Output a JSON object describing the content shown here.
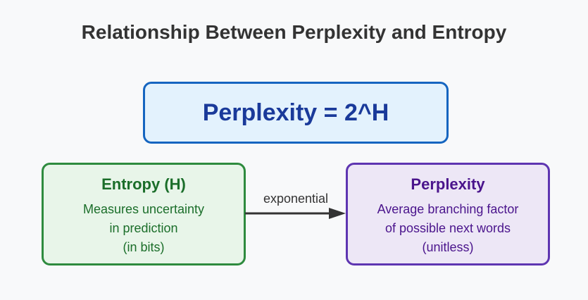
{
  "title": "Relationship Between Perplexity and Entropy",
  "formula": "Perplexity = 2^H",
  "entropy": {
    "title": "Entropy (H)",
    "lines": [
      "Measures uncertainty",
      "in prediction",
      "(in bits)"
    ]
  },
  "perplexity": {
    "title": "Perplexity",
    "lines": [
      "Average branching factor",
      "of possible next words",
      "(unitless)"
    ]
  },
  "arrow_label": "exponential"
}
